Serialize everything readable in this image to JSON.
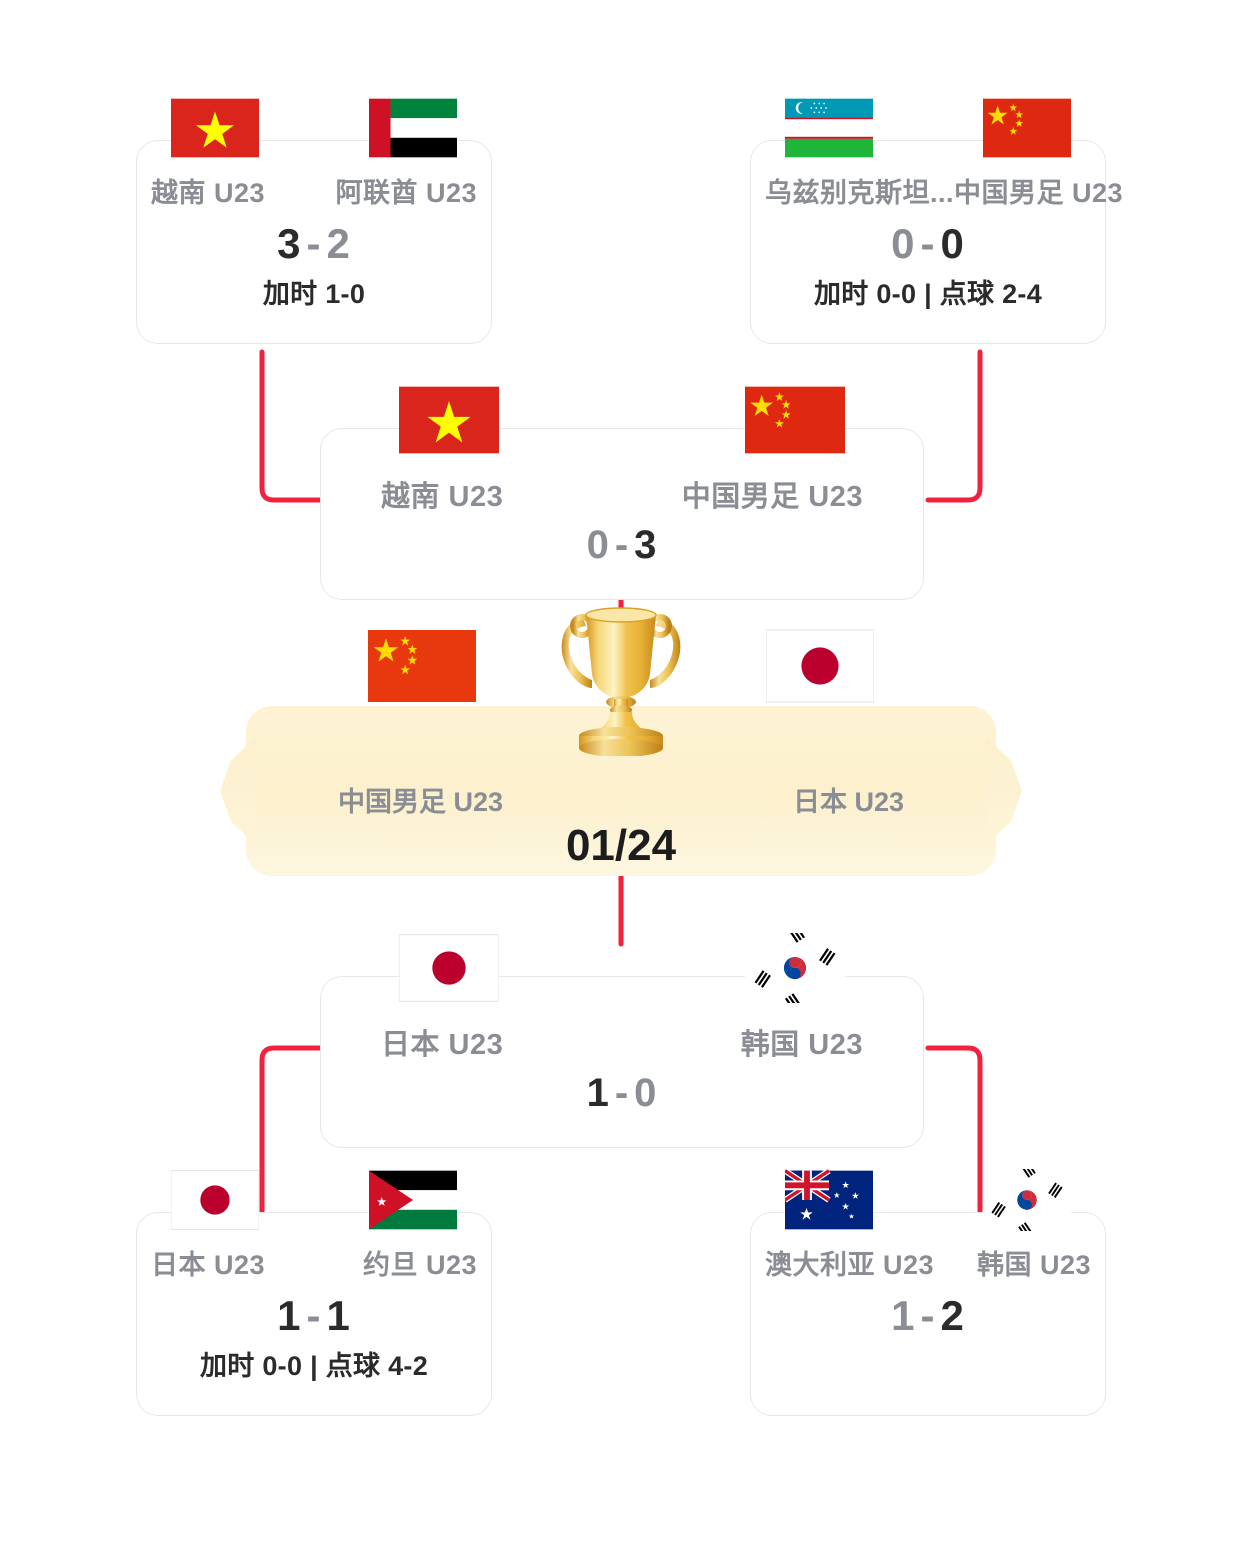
{
  "accent": {
    "connector_red": "#F2213D",
    "card_border": "#e8e8e8",
    "name_gray": "#8a8d93",
    "score_dark": "#2b2b2b",
    "final_bg": "#fcf0cd"
  },
  "final": {
    "label": "final-match",
    "date": "01/24",
    "left": {
      "team": "中国男足 U23",
      "flag": "china-flag"
    },
    "right": {
      "team": "日本 U23",
      "flag": "japan-flag"
    },
    "trophy_icon": "trophy-icon"
  },
  "semifinals": [
    {
      "label": "semifinal-top",
      "left": {
        "team": "越南 U23",
        "flag": "vietnam-flag",
        "score": "0",
        "winner": false
      },
      "right": {
        "team": "中国男足 U23",
        "flag": "china-flag",
        "score": "3",
        "winner": true
      },
      "dash": "-",
      "extra": ""
    },
    {
      "label": "semifinal-bottom",
      "left": {
        "team": "日本 U23",
        "flag": "japan-flag",
        "score": "1",
        "winner": true
      },
      "right": {
        "team": "韩国 U23",
        "flag": "south-korea-flag",
        "score": "0",
        "winner": false
      },
      "dash": "-",
      "extra": ""
    }
  ],
  "quarterfinals": [
    {
      "label": "quarterfinal-top-left",
      "left": {
        "team": "越南 U23",
        "flag": "vietnam-flag",
        "score": "3",
        "winner": true
      },
      "right": {
        "team": "阿联酋 U23",
        "flag": "uae-flag",
        "score": "2",
        "winner": false
      },
      "dash": "-",
      "extra": "加时 1-0"
    },
    {
      "label": "quarterfinal-top-right",
      "left": {
        "team": "乌兹别克斯坦...",
        "flag": "uzbekistan-flag",
        "score": "0",
        "winner": false
      },
      "right": {
        "team": "中国男足 U23",
        "flag": "china-flag",
        "score": "0",
        "winner": true
      },
      "dash": "-",
      "extra": "加时 0-0 | 点球 2-4"
    },
    {
      "label": "quarterfinal-bottom-left",
      "left": {
        "team": "日本 U23",
        "flag": "japan-flag",
        "score": "1",
        "winner": true
      },
      "right": {
        "team": "约旦 U23",
        "flag": "jordan-flag",
        "score": "1",
        "winner": false
      },
      "dash": "-",
      "extra": "加时 0-0 | 点球 4-2"
    },
    {
      "label": "quarterfinal-bottom-right",
      "left": {
        "team": "澳大利亚 U23",
        "flag": "australia-flag",
        "score": "1",
        "winner": false
      },
      "right": {
        "team": "韩国 U23",
        "flag": "south-korea-flag",
        "score": "2",
        "winner": true
      },
      "dash": "-",
      "extra": ""
    }
  ]
}
